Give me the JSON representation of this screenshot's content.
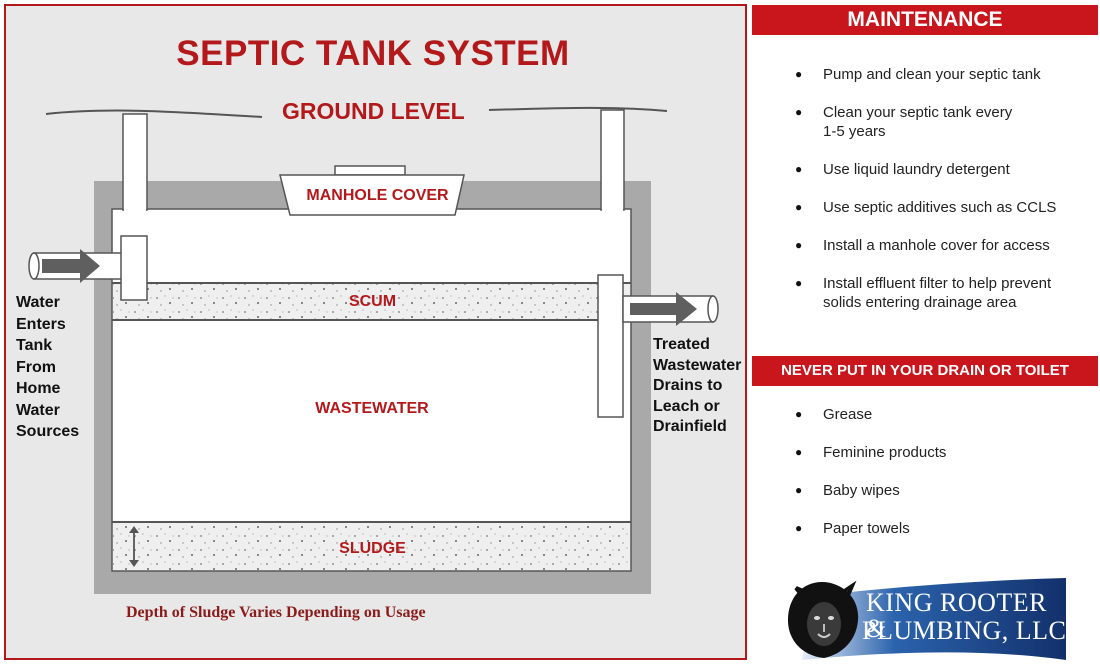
{
  "diagram": {
    "title": "SEPTIC TANK SYSTEM",
    "ground_label": "GROUND LEVEL",
    "manhole_label": "MANHOLE COVER",
    "scum_label": "SCUM",
    "wastewater_label": "WASTEWATER",
    "sludge_label": "SLUDGE",
    "inlet_text": [
      "Water",
      "Enters",
      "Tank",
      "From",
      "Home",
      "Water",
      "Sources"
    ],
    "outlet_text": [
      "Treated",
      "Wastewater",
      "Drains to",
      "Leach or",
      "Drainfield"
    ],
    "caption": "Depth of Sludge Varies Depending on Usage",
    "colors": {
      "accent": "#b3191b",
      "background": "#e8e8e8",
      "tank_wall": "#a9a9a9",
      "pipe": "#5a5a5a"
    }
  },
  "maintenance": {
    "title": "MAINTENANCE",
    "items": [
      [
        "Pump and clean your septic tank"
      ],
      [
        "Clean your septic tank every",
        "1-5 years"
      ],
      [
        "Use liquid laundry detergent"
      ],
      [
        "Use septic additives such as CCLS"
      ],
      [
        "Install a manhole cover for access"
      ],
      [
        "Install effluent filter to help prevent",
        "solids entering drainage area"
      ]
    ]
  },
  "never": {
    "title": "NEVER PUT IN YOUR DRAIN OR TOILET",
    "items": [
      "Grease",
      "Feminine products",
      "Baby wipes",
      "Paper towels"
    ]
  },
  "logo": {
    "line1": "KING ROOTER &",
    "line2": "PLUMBING, LLC",
    "icon": "lion-icon"
  }
}
